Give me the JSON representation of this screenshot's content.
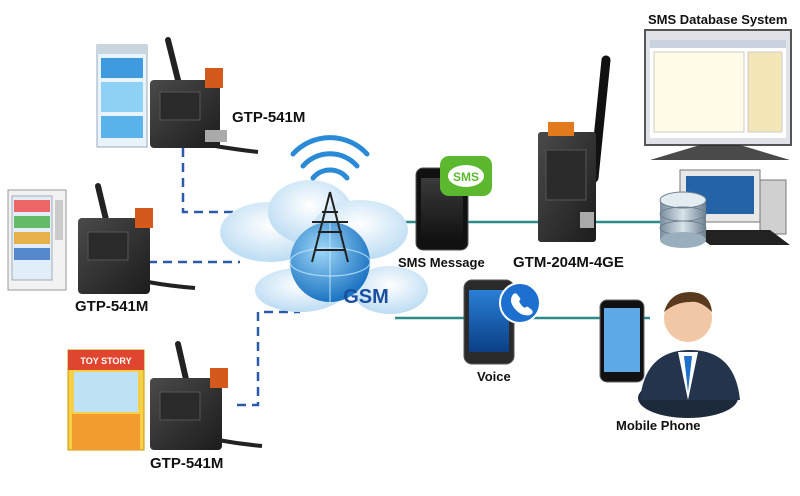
{
  "labels": {
    "gtp_top": "GTP-541M",
    "gtp_middle": "GTP-541M",
    "gtp_bottom": "GTP-541M",
    "gsm": "GSM",
    "sms_message": "SMS Message",
    "sms_badge": "SMS",
    "gtm_modem": "GTM-204M-4GE",
    "voice": "Voice",
    "mobile_phone": "Mobile Phone",
    "sms_db_system": "SMS Database System",
    "toy_story": "TOY STORY"
  },
  "colors": {
    "dashed_link": "#2d5aa8",
    "solid_link": "#2c8a8a",
    "cloud": "#cfe6f7",
    "sms_green": "#5cb82e",
    "voice_blue": "#1d6fd0"
  }
}
